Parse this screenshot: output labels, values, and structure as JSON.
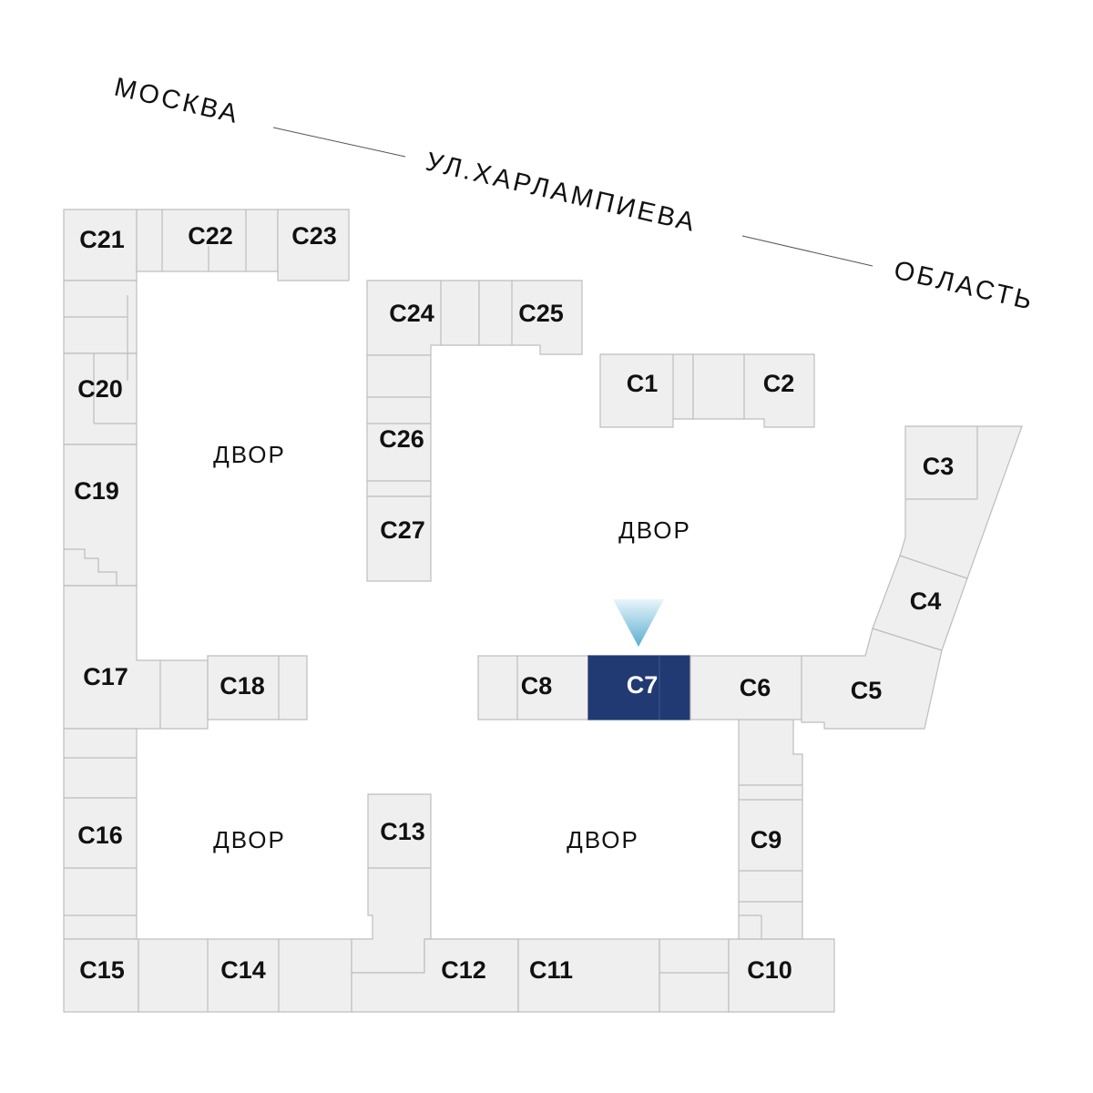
{
  "street": {
    "city": "МОСКВА",
    "name": "УЛ.ХАРЛАМПИЕВА",
    "region": "ОБЛАСТЬ"
  },
  "yards": [
    "ДВОР",
    "ДВОР",
    "ДВОР",
    "ДВОР"
  ],
  "sections": {
    "c1": "С1",
    "c2": "С2",
    "c3": "С3",
    "c4": "С4",
    "c5": "С5",
    "c6": "С6",
    "c7": "С7",
    "c8": "С8",
    "c9": "С9",
    "c10": "С10",
    "c11": "С11",
    "c12": "С12",
    "c13": "С13",
    "c14": "С14",
    "c15": "С15",
    "c16": "С16",
    "c17": "С17",
    "c18": "С18",
    "c19": "С19",
    "c20": "С20",
    "c21": "С21",
    "c22": "С22",
    "c23": "С23",
    "c24": "С24",
    "c25": "С25",
    "c26": "С26",
    "c27": "С27"
  },
  "selected_section": "С7",
  "colors": {
    "selected": "#223a73",
    "block": "#efefef",
    "marker": "#5aaed0"
  },
  "icons": {
    "marker": "triangle-down-icon"
  }
}
